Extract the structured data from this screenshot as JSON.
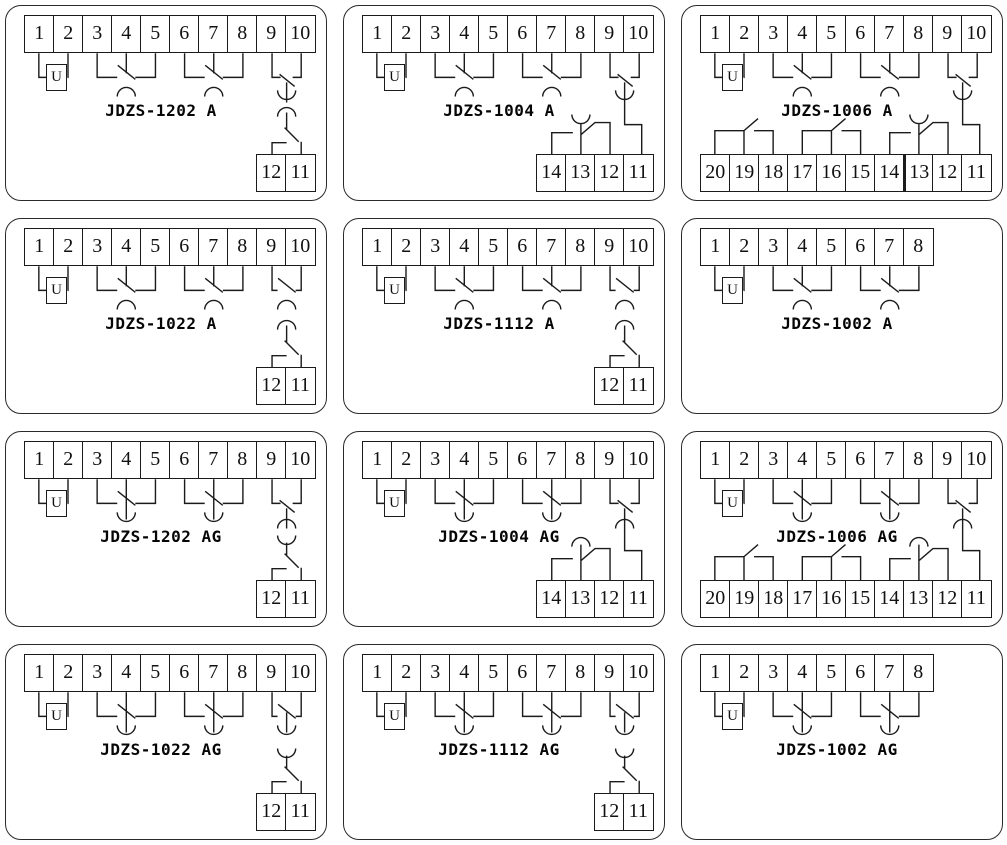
{
  "page_bg": "#ffffff",
  "line_color": "#1b1b1b",
  "panels": [
    {
      "model": "JDZS-1202 A",
      "u": "U",
      "top": [
        "1",
        "2",
        "3",
        "4",
        "5",
        "6",
        "7",
        "8",
        "9",
        "10"
      ],
      "bottom": [
        "12",
        "11"
      ]
    },
    {
      "model": "JDZS-1004 A",
      "u": "U",
      "top": [
        "1",
        "2",
        "3",
        "4",
        "5",
        "6",
        "7",
        "8",
        "9",
        "10"
      ],
      "bottom": [
        "14",
        "13",
        "12",
        "11"
      ]
    },
    {
      "model": "JDZS-1006 A",
      "u": "U",
      "top": [
        "1",
        "2",
        "3",
        "4",
        "5",
        "6",
        "7",
        "8",
        "9",
        "10"
      ],
      "bottom": [
        "20",
        "19",
        "18",
        "17",
        "16",
        "15",
        "14",
        "13",
        "12",
        "11"
      ]
    },
    {
      "model": "JDZS-1022 A",
      "u": "U",
      "top": [
        "1",
        "2",
        "3",
        "4",
        "5",
        "6",
        "7",
        "8",
        "9",
        "10"
      ],
      "bottom": [
        "12",
        "11"
      ]
    },
    {
      "model": "JDZS-1112 A",
      "u": "U",
      "top": [
        "1",
        "2",
        "3",
        "4",
        "5",
        "6",
        "7",
        "8",
        "9",
        "10"
      ],
      "bottom": [
        "12",
        "11"
      ]
    },
    {
      "model": "JDZS-1002 A",
      "u": "U",
      "top": [
        "1",
        "2",
        "3",
        "4",
        "5",
        "6",
        "7",
        "8"
      ],
      "bottom": []
    },
    {
      "model": "JDZS-1202 AG",
      "u": "U",
      "top": [
        "1",
        "2",
        "3",
        "4",
        "5",
        "6",
        "7",
        "8",
        "9",
        "10"
      ],
      "bottom": [
        "12",
        "11"
      ]
    },
    {
      "model": "JDZS-1004 AG",
      "u": "U",
      "top": [
        "1",
        "2",
        "3",
        "4",
        "5",
        "6",
        "7",
        "8",
        "9",
        "10"
      ],
      "bottom": [
        "14",
        "13",
        "12",
        "11"
      ]
    },
    {
      "model": "JDZS-1006 AG",
      "u": "U",
      "top": [
        "1",
        "2",
        "3",
        "4",
        "5",
        "6",
        "7",
        "8",
        "9",
        "10"
      ],
      "bottom": [
        "20",
        "19",
        "18",
        "17",
        "16",
        "15",
        "14",
        "13",
        "12",
        "11"
      ]
    },
    {
      "model": "JDZS-1022 AG",
      "u": "U",
      "top": [
        "1",
        "2",
        "3",
        "4",
        "5",
        "6",
        "7",
        "8",
        "9",
        "10"
      ],
      "bottom": [
        "12",
        "11"
      ]
    },
    {
      "model": "JDZS-1112 AG",
      "u": "U",
      "top": [
        "1",
        "2",
        "3",
        "4",
        "5",
        "6",
        "7",
        "8",
        "9",
        "10"
      ],
      "bottom": [
        "12",
        "11"
      ]
    },
    {
      "model": "JDZS-1002 AG",
      "u": "U",
      "top": [
        "1",
        "2",
        "3",
        "4",
        "5",
        "6",
        "7",
        "8"
      ],
      "bottom": []
    }
  ]
}
